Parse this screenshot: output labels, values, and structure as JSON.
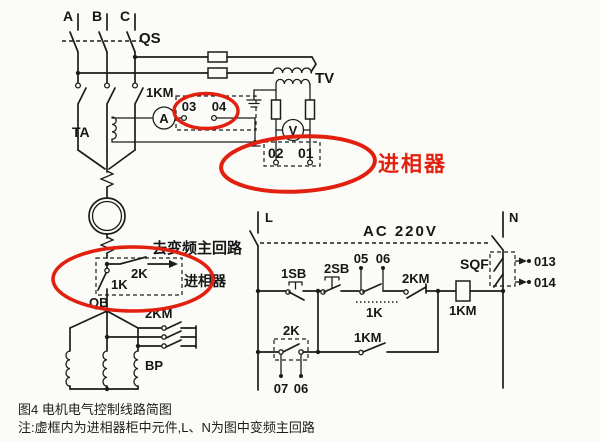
{
  "colors": {
    "ink": "#1c1c1c",
    "red": "#e1200f",
    "paper": "#fbfbf8"
  },
  "power": {
    "phase_a": "A",
    "phase_b": "B",
    "phase_c": "C",
    "qs": "QS",
    "km_main": "1KM",
    "ta": "TA",
    "tv": "TV",
    "ammeter": "A",
    "voltmeter": "V",
    "t03": "03",
    "t04": "04",
    "t02": "02",
    "t01": "01",
    "qb": "QB",
    "km2_main": "2KM",
    "bp": "BP"
  },
  "advancer": {
    "k2": "2K",
    "k1": "1K",
    "cabinet_label": "进相器",
    "to_vfd": "去变频主回路"
  },
  "annotations": {
    "phase_advancer_red": "进相器"
  },
  "control": {
    "l": "L",
    "n": "N",
    "ac_supply": "AC 220V",
    "sb1": "1SB",
    "sb2": "2SB",
    "t05": "05",
    "t06": "06",
    "k1": "1K",
    "km2": "2KM",
    "sqf": "SQF",
    "t013": "013",
    "t014": "014",
    "km_coil": "1KM",
    "k2": "2K",
    "km_aux": "1KM",
    "t07": "07",
    "t06b": "06"
  },
  "caption": {
    "line1": "图4 电机电气控制线路简图",
    "line2": "注:虚框内为进相器柜中元件,L、N为图中变频主回路"
  }
}
